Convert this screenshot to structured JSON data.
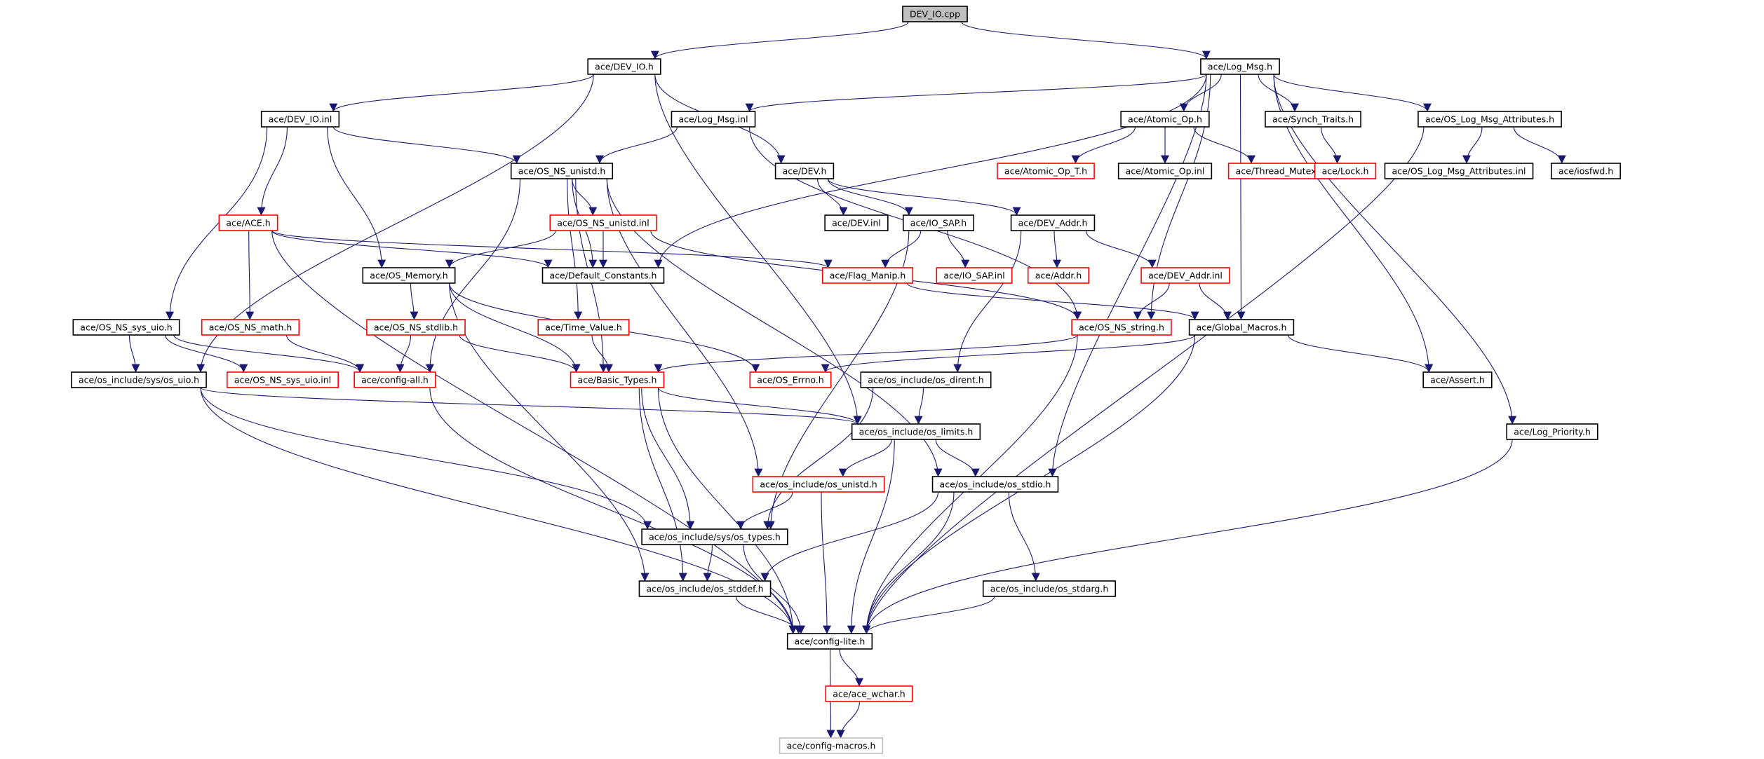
{
  "colors": {
    "edge": "#191970",
    "node_text": "#000000",
    "border_black": "#000000",
    "border_red": "#ff0000",
    "border_gray": "#bfbfbf",
    "root_fill": "#bfbfbf",
    "fill": "#ffffff"
  },
  "nodes": [
    {
      "id": "dev_io_cpp",
      "label": "DEV_IO.cpp",
      "style": "root"
    },
    {
      "id": "dev_io_h",
      "label": "ace/DEV_IO.h",
      "style": "black"
    },
    {
      "id": "log_msg_h",
      "label": "ace/Log_Msg.h",
      "style": "black"
    },
    {
      "id": "dev_io_inl",
      "label": "ace/DEV_IO.inl",
      "style": "black"
    },
    {
      "id": "log_msg_inl",
      "label": "ace/Log_Msg.inl",
      "style": "black"
    },
    {
      "id": "atomic_op_h",
      "label": "ace/Atomic_Op.h",
      "style": "black"
    },
    {
      "id": "synch_traits_h",
      "label": "ace/Synch_Traits.h",
      "style": "black"
    },
    {
      "id": "os_log_msg_attr_h",
      "label": "ace/OS_Log_Msg_Attributes.h",
      "style": "black"
    },
    {
      "id": "os_ns_unistd_h",
      "label": "ace/OS_NS_unistd.h",
      "style": "black"
    },
    {
      "id": "dev_h",
      "label": "ace/DEV.h",
      "style": "black"
    },
    {
      "id": "atomic_op_t_h",
      "label": "ace/Atomic_Op_T.h",
      "style": "red"
    },
    {
      "id": "atomic_op_inl",
      "label": "ace/Atomic_Op.inl",
      "style": "black"
    },
    {
      "id": "thread_mutex_h",
      "label": "ace/Thread_Mutex.h",
      "style": "red"
    },
    {
      "id": "lock_h",
      "label": "ace/Lock.h",
      "style": "red"
    },
    {
      "id": "os_log_msg_attr_inl",
      "label": "ace/OS_Log_Msg_Attributes.inl",
      "style": "black"
    },
    {
      "id": "iosfwd_h",
      "label": "ace/iosfwd.h",
      "style": "black"
    },
    {
      "id": "ace_h",
      "label": "ace/ACE.h",
      "style": "red"
    },
    {
      "id": "os_ns_unistd_inl",
      "label": "ace/OS_NS_unistd.inl",
      "style": "red"
    },
    {
      "id": "dev_inl",
      "label": "ace/DEV.inl",
      "style": "black"
    },
    {
      "id": "io_sap_h",
      "label": "ace/IO_SAP.h",
      "style": "black"
    },
    {
      "id": "dev_addr_h",
      "label": "ace/DEV_Addr.h",
      "style": "black"
    },
    {
      "id": "os_memory_h",
      "label": "ace/OS_Memory.h",
      "style": "black"
    },
    {
      "id": "default_constants_h",
      "label": "ace/Default_Constants.h",
      "style": "black"
    },
    {
      "id": "flag_manip_h",
      "label": "ace/Flag_Manip.h",
      "style": "red"
    },
    {
      "id": "io_sap_inl",
      "label": "ace/IO_SAP.inl",
      "style": "red"
    },
    {
      "id": "addr_h",
      "label": "ace/Addr.h",
      "style": "red"
    },
    {
      "id": "dev_addr_inl",
      "label": "ace/DEV_Addr.inl",
      "style": "red"
    },
    {
      "id": "os_ns_sys_uio_h",
      "label": "ace/OS_NS_sys_uio.h",
      "style": "black"
    },
    {
      "id": "os_ns_math_h",
      "label": "ace/OS_NS_math.h",
      "style": "red"
    },
    {
      "id": "os_ns_stdlib_h",
      "label": "ace/OS_NS_stdlib.h",
      "style": "red"
    },
    {
      "id": "time_value_h",
      "label": "ace/Time_Value.h",
      "style": "red"
    },
    {
      "id": "os_ns_string_h",
      "label": "ace/OS_NS_string.h",
      "style": "red"
    },
    {
      "id": "global_macros_h",
      "label": "ace/Global_Macros.h",
      "style": "black"
    },
    {
      "id": "os_sys_uio_h",
      "label": "ace/os_include/sys/os_uio.h",
      "style": "black"
    },
    {
      "id": "os_ns_sys_uio_inl",
      "label": "ace/OS_NS_sys_uio.inl",
      "style": "red"
    },
    {
      "id": "config_all_h",
      "label": "ace/config-all.h",
      "style": "red"
    },
    {
      "id": "basic_types_h",
      "label": "ace/Basic_Types.h",
      "style": "red"
    },
    {
      "id": "os_errno_h",
      "label": "ace/OS_Errno.h",
      "style": "red"
    },
    {
      "id": "os_dirent_h",
      "label": "ace/os_include/os_dirent.h",
      "style": "black"
    },
    {
      "id": "assert_h",
      "label": "ace/Assert.h",
      "style": "black"
    },
    {
      "id": "os_limits_h",
      "label": "ace/os_include/os_limits.h",
      "style": "black"
    },
    {
      "id": "log_priority_h",
      "label": "ace/Log_Priority.h",
      "style": "black"
    },
    {
      "id": "os_unistd_h",
      "label": "ace/os_include/os_unistd.h",
      "style": "red"
    },
    {
      "id": "os_stdio_h",
      "label": "ace/os_include/os_stdio.h",
      "style": "black"
    },
    {
      "id": "os_sys_types_h",
      "label": "ace/os_include/sys/os_types.h",
      "style": "black"
    },
    {
      "id": "os_stddef_h",
      "label": "ace/os_include/os_stddef.h",
      "style": "black"
    },
    {
      "id": "os_stdarg_h",
      "label": "ace/os_include/os_stdarg.h",
      "style": "black"
    },
    {
      "id": "config_lite_h",
      "label": "ace/config-lite.h",
      "style": "black"
    },
    {
      "id": "ace_wchar_h",
      "label": "ace/ace_wchar.h",
      "style": "red"
    },
    {
      "id": "config_macros_h",
      "label": "ace/config-macros.h",
      "style": "gray"
    }
  ],
  "edges": [
    [
      "dev_io_cpp",
      "dev_io_h"
    ],
    [
      "dev_io_cpp",
      "log_msg_h"
    ],
    [
      "dev_io_h",
      "dev_io_inl"
    ],
    [
      "dev_io_h",
      "dev_h"
    ],
    [
      "dev_io_h",
      "os_sys_uio_h"
    ],
    [
      "dev_io_h",
      "os_limits_h"
    ],
    [
      "dev_io_inl",
      "os_ns_unistd_h"
    ],
    [
      "dev_io_inl",
      "ace_h"
    ],
    [
      "dev_io_inl",
      "os_memory_h"
    ],
    [
      "dev_io_inl",
      "os_ns_sys_uio_h"
    ],
    [
      "log_msg_h",
      "log_msg_inl"
    ],
    [
      "log_msg_h",
      "atomic_op_h"
    ],
    [
      "log_msg_h",
      "synch_traits_h"
    ],
    [
      "log_msg_h",
      "os_log_msg_attr_h"
    ],
    [
      "log_msg_h",
      "default_constants_h"
    ],
    [
      "log_msg_h",
      "global_macros_h"
    ],
    [
      "log_msg_h",
      "assert_h"
    ],
    [
      "log_msg_h",
      "log_priority_h"
    ],
    [
      "log_msg_h",
      "os_stdio_h"
    ],
    [
      "log_msg_h",
      "os_ns_string_h"
    ],
    [
      "log_msg_inl",
      "os_ns_unistd_h"
    ],
    [
      "log_msg_inl",
      "os_ns_string_h"
    ],
    [
      "atomic_op_h",
      "atomic_op_t_h"
    ],
    [
      "atomic_op_h",
      "atomic_op_inl"
    ],
    [
      "atomic_op_h",
      "thread_mutex_h"
    ],
    [
      "synch_traits_h",
      "lock_h"
    ],
    [
      "os_log_msg_attr_h",
      "os_log_msg_attr_inl"
    ],
    [
      "os_log_msg_attr_h",
      "iosfwd_h"
    ],
    [
      "os_log_msg_attr_h",
      "config_lite_h"
    ],
    [
      "os_ns_unistd_h",
      "os_ns_unistd_inl"
    ],
    [
      "os_ns_unistd_h",
      "time_value_h"
    ],
    [
      "os_ns_unistd_h",
      "basic_types_h"
    ],
    [
      "os_ns_unistd_h",
      "config_all_h"
    ],
    [
      "os_ns_unistd_h",
      "os_unistd_h"
    ],
    [
      "os_ns_unistd_h",
      "os_stdio_h"
    ],
    [
      "os_ns_unistd_h",
      "default_constants_h"
    ],
    [
      "os_ns_unistd_inl",
      "os_memory_h"
    ],
    [
      "os_ns_unistd_inl",
      "default_constants_h"
    ],
    [
      "os_ns_unistd_inl",
      "os_ns_string_h"
    ],
    [
      "dev_h",
      "dev_inl"
    ],
    [
      "dev_h",
      "io_sap_h"
    ],
    [
      "dev_h",
      "dev_addr_h"
    ],
    [
      "io_sap_h",
      "flag_manip_h"
    ],
    [
      "io_sap_h",
      "io_sap_inl"
    ],
    [
      "io_sap_h",
      "os_sys_types_h"
    ],
    [
      "dev_addr_h",
      "addr_h"
    ],
    [
      "dev_addr_h",
      "dev_addr_inl"
    ],
    [
      "dev_addr_h",
      "os_dirent_h"
    ],
    [
      "dev_addr_inl",
      "os_ns_string_h"
    ],
    [
      "dev_addr_inl",
      "global_macros_h"
    ],
    [
      "ace_h",
      "default_constants_h"
    ],
    [
      "ace_h",
      "flag_manip_h"
    ],
    [
      "ace_h",
      "os_ns_math_h"
    ],
    [
      "ace_h",
      "config_lite_h"
    ],
    [
      "os_memory_h",
      "os_ns_stdlib_h"
    ],
    [
      "os_memory_h",
      "basic_types_h"
    ],
    [
      "os_memory_h",
      "os_errno_h"
    ],
    [
      "os_memory_h",
      "os_stddef_h"
    ],
    [
      "flag_manip_h",
      "global_macros_h"
    ],
    [
      "os_ns_sys_uio_h",
      "os_sys_uio_h"
    ],
    [
      "os_ns_sys_uio_h",
      "os_ns_sys_uio_inl"
    ],
    [
      "os_ns_sys_uio_h",
      "config_all_h"
    ],
    [
      "os_ns_math_h",
      "config_all_h"
    ],
    [
      "os_ns_stdlib_h",
      "config_all_h"
    ],
    [
      "os_ns_stdlib_h",
      "basic_types_h"
    ],
    [
      "time_value_h",
      "basic_types_h"
    ],
    [
      "os_ns_string_h",
      "basic_types_h"
    ],
    [
      "os_ns_string_h",
      "config_lite_h"
    ],
    [
      "global_macros_h",
      "os_errno_h"
    ],
    [
      "global_macros_h",
      "assert_h"
    ],
    [
      "global_macros_h",
      "config_lite_h"
    ],
    [
      "os_sys_uio_h",
      "os_limits_h"
    ],
    [
      "os_sys_uio_h",
      "os_sys_types_h"
    ],
    [
      "os_sys_uio_h",
      "config_lite_h"
    ],
    [
      "config_all_h",
      "config_lite_h"
    ],
    [
      "basic_types_h",
      "os_limits_h"
    ],
    [
      "basic_types_h",
      "os_sys_types_h"
    ],
    [
      "basic_types_h",
      "os_stddef_h"
    ],
    [
      "basic_types_h",
      "config_lite_h"
    ],
    [
      "os_dirent_h",
      "os_limits_h"
    ],
    [
      "os_dirent_h",
      "os_sys_types_h"
    ],
    [
      "os_limits_h",
      "os_unistd_h"
    ],
    [
      "os_limits_h",
      "os_stdio_h"
    ],
    [
      "os_limits_h",
      "config_lite_h"
    ],
    [
      "os_unistd_h",
      "os_sys_types_h"
    ],
    [
      "os_unistd_h",
      "config_lite_h"
    ],
    [
      "os_stdio_h",
      "os_stddef_h"
    ],
    [
      "os_stdio_h",
      "os_stdarg_h"
    ],
    [
      "os_stdio_h",
      "config_lite_h"
    ],
    [
      "log_priority_h",
      "config_lite_h"
    ],
    [
      "os_sys_types_h",
      "os_stddef_h"
    ],
    [
      "os_sys_types_h",
      "config_lite_h"
    ],
    [
      "os_stddef_h",
      "config_lite_h"
    ],
    [
      "os_stdarg_h",
      "config_lite_h"
    ],
    [
      "config_lite_h",
      "ace_wchar_h"
    ],
    [
      "config_lite_h",
      "config_macros_h"
    ],
    [
      "ace_wchar_h",
      "config_macros_h"
    ]
  ]
}
